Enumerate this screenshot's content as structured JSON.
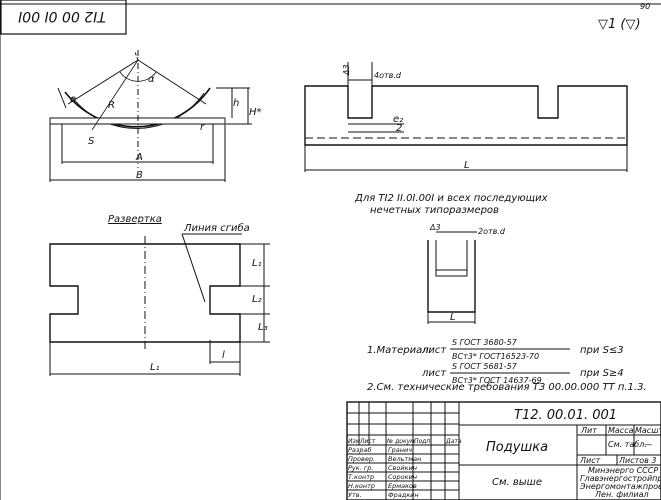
{
  "top_stamp": "ТI2 00 0I 00I",
  "sheet_number": "90",
  "roughness": "▽1 (▽)",
  "section_view": {
    "angle_label": "α",
    "radius_label": "R",
    "edge_label": "e",
    "s_label": "S",
    "r_label": "r",
    "h_label": "h",
    "h_star_label": "H*",
    "A_label": "A",
    "B_label": "B"
  },
  "side_view": {
    "groove_label": "4отв.d",
    "delta_label": "Δ3",
    "e2_label": "e₂",
    "half_label": "2",
    "L_label": "L"
  },
  "note_line1": "Для  ТI2 II.0I.00I  и всех  последующих",
  "note_line2": "нечетных   типоразмеров",
  "development": {
    "title": "Развертка",
    "fold_line_label": "Линия  сгиба",
    "L1_label": "L₁",
    "L2_label": "L₂",
    "L3_label": "L₃",
    "l_label": "l",
    "bottom_label": "L₁"
  },
  "small_view": {
    "holes_label": "2отв.d",
    "delta_label": "Δ3",
    "L_label": "L"
  },
  "notes": {
    "n1_prefix": "1.Материал:",
    "n1_a_word": "лист",
    "n1_a_num": "S ГОСТ 3680-57",
    "n1_a_den": "ВСт3* ГОСТ16523-70",
    "n1_a_cond": "при S≤3",
    "n1_b_word": "лист",
    "n1_b_num": "S ГОСТ 5681-57",
    "n1_b_den": "ВСт3* ГОСТ 14637-69",
    "n1_b_cond": "при S≥4",
    "n2": "2.См. технические   требования  ТЗ 00.00.000 ТТ п.1.3."
  },
  "title_block": {
    "designation": "Т12. 00.01. 001",
    "part_name": "Подушка",
    "material": "См. выше",
    "col_lit": "Лит",
    "col_mass": "Масса",
    "col_scale": "Масштаб",
    "mass_value": "См. табл.",
    "scale_value": "—",
    "sheet": "Лист",
    "sheets": "Листов 3",
    "org_1": "Минэнерго СССР",
    "org_2": "Главэнергостройпроект",
    "org_3": "Энергомонтажпроект",
    "org_4": "Лен. филиал",
    "hdr_izm": "Изм",
    "hdr_list": "Лист",
    "hdr_doc": "№ докум.",
    "hdr_sign": "Подп.",
    "hdr_date": "Дата",
    "roles": [
      "Разраб",
      "Провер.",
      "Рук. гр.",
      "Т.контр",
      "Н.контр",
      "Утв."
    ],
    "names": [
      "Гранич",
      "Вельтман",
      "Свойкин",
      "Сорокин",
      "Ермаков",
      "Фрадкин"
    ]
  }
}
